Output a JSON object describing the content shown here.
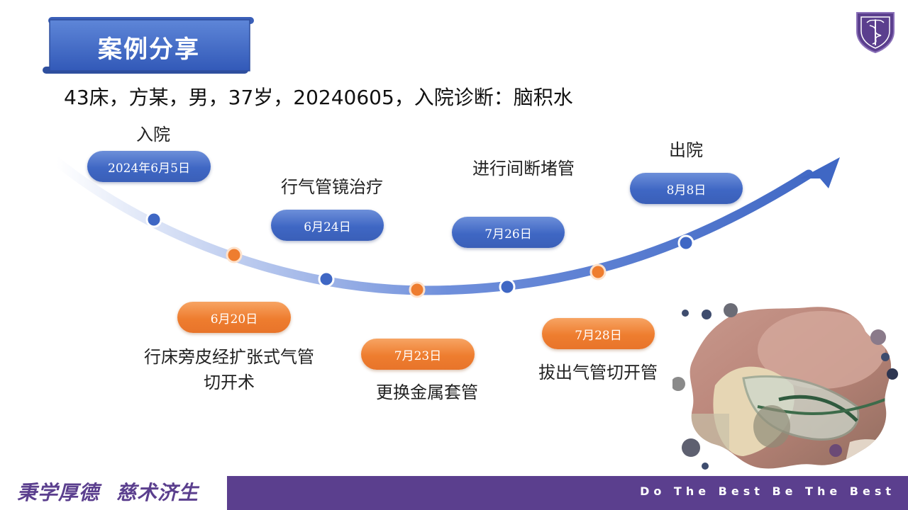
{
  "slide": {
    "title": "案例分享",
    "patient_info": "43床，方某，男，37岁，20240605，入院诊断：脑积水"
  },
  "timeline": {
    "events": [
      {
        "date": "2024年6月5日",
        "label": "入院",
        "color": "blue"
      },
      {
        "date": "6月20日",
        "label": "行床旁皮经扩张式气管切开术",
        "color": "orange"
      },
      {
        "date": "6月24日",
        "label": "行气管镜治疗",
        "color": "blue"
      },
      {
        "date": "7月23日",
        "label": "更换金属套管",
        "color": "orange"
      },
      {
        "date": "7月26日",
        "label": "进行间断堵管",
        "color": "blue"
      },
      {
        "date": "7月28日",
        "label": "拔出气管切开管",
        "color": "orange"
      },
      {
        "date": "8月8日",
        "label": "出院",
        "color": "blue"
      }
    ]
  },
  "footer": {
    "motto_left_1": "秉学厚德",
    "motto_left_2": "慈术济生",
    "motto_right": "Do The Best  Be The Best"
  },
  "colors": {
    "blue": "#3f67c4",
    "orange": "#ee7d2f",
    "purple": "#5b3f8e"
  }
}
